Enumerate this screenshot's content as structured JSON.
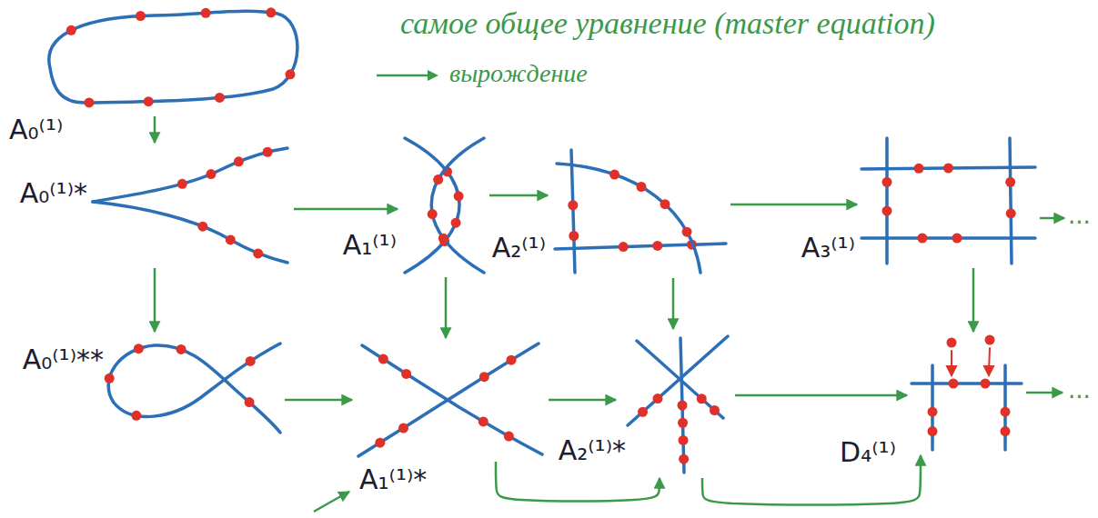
{
  "diagram": {
    "title": "самое общее уравнение (master equation)",
    "nodes": [
      {
        "text": [
          "A₀⁽¹⁾"
        ]
      },
      {
        "text": [
          "A₀⁽¹⁾*"
        ]
      },
      {
        "text": [
          "A₁⁽¹⁾"
        ]
      },
      {
        "text": [
          "A₂⁽¹⁾"
        ]
      },
      {
        "text": [
          "A₃⁽¹⁾"
        ]
      },
      {
        "text": [
          "A₀⁽¹⁾**"
        ]
      },
      {
        "text": [
          "A₁⁽¹⁾*"
        ]
      },
      {
        "text": [
          "A₂⁽¹⁾*"
        ]
      },
      {
        "text": [
          "D₄⁽¹⁾"
        ]
      }
    ],
    "edges": [
      {
        "from": 0,
        "to": 1,
        "arrow": "to"
      },
      {
        "from": 1,
        "to": 5,
        "arrow": "to"
      },
      {
        "from": 1,
        "to": 2,
        "arrow": "to"
      },
      {
        "from": 2,
        "to": 3,
        "arrow": "to"
      },
      {
        "from": 3,
        "to": 4,
        "arrow": "to"
      },
      {
        "from": 5,
        "to": 6,
        "arrow": "to"
      },
      {
        "from": 2,
        "to": 6,
        "arrow": "to"
      },
      {
        "from": 6,
        "to": 7,
        "arrow": "to"
      },
      {
        "from": 3,
        "to": 7,
        "arrow": "to"
      },
      {
        "from": 7,
        "to": 8,
        "arrow": "to"
      },
      {
        "from": 4,
        "to": 8,
        "arrow": "to"
      },
      {
        "from": 6,
        "to": 7,
        "arrow": "to"
      },
      {
        "from": 7,
        "to": 8,
        "arrow": "to"
      }
    ],
    "labels": [
      "...",
      "..."
    ],
    "legend": [
      {
        "text": "вырождение"
      }
    ]
  }
}
